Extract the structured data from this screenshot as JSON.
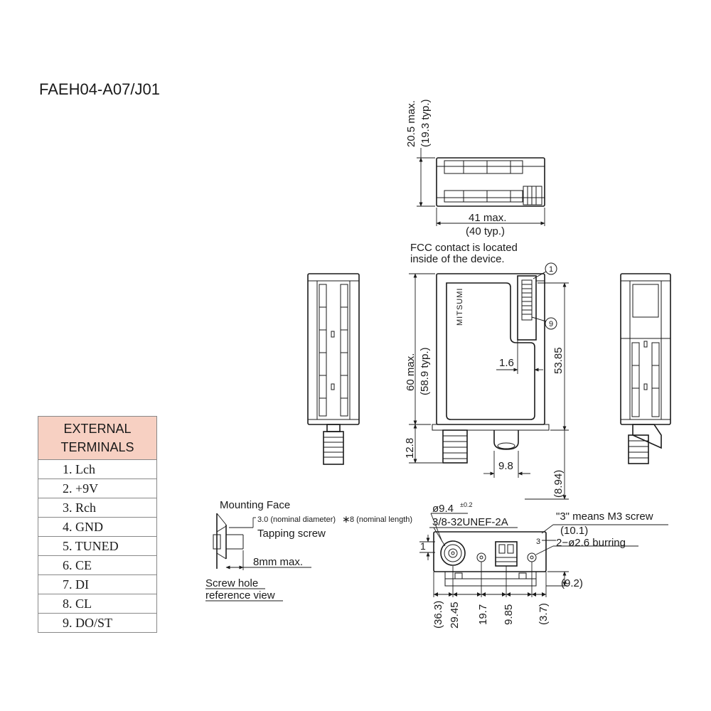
{
  "title": "FAEH04-A07/J01",
  "terminals": {
    "header_line1": "EXTERNAL",
    "header_line2": "TERMINALS",
    "rows": [
      "1. Lch",
      "2. +9V",
      "3. Rch",
      "4. GND",
      "5. TUNED",
      "6. CE",
      "7. DI",
      "8. CL",
      "9. DO/ST"
    ]
  },
  "top_view": {
    "height_max": "20.5 max.",
    "height_typ": "(19.3 typ.)",
    "width_max": "41 max.",
    "width_typ": "(40 typ.)"
  },
  "front_view": {
    "fcc_note_line1": "FCC contact is located",
    "fcc_note_line2": "inside of the device.",
    "pin_first": "1",
    "pin_last": "9",
    "brand": "MITSUMI",
    "height_max": "60 max.",
    "height_typ": "(58.9 typ.)",
    "dim_53_85": "53.85",
    "dim_1_6": "1.6",
    "dim_12_8": "12.8",
    "dim_9_8": "9.8",
    "dim_8_94": "(8.94)"
  },
  "screw_detail": {
    "mounting_face": "Mounting Face",
    "screw_spec_diameter": "3.0 (nominal diameter)",
    "screw_spec_sep": "∗",
    "screw_spec_length": "8 (nominal length)",
    "tapping_screw": "Tapping screw",
    "max_len": "8mm max.",
    "ref_line1": "Screw hole",
    "ref_line2": "reference view"
  },
  "bottom_view": {
    "diameter": "ø9.4",
    "diameter_tol": "±0.2",
    "thread": "3/8-32UNEF-2A",
    "m3_note": "\"3\" means M3 screw",
    "dim_10_1": "(10.1)",
    "burring": "2−ø2.6 burring",
    "dim_1": "1",
    "dim_9_2": "(9.2)",
    "label_3": "3",
    "dim_36_3": "(36.3)",
    "dim_29_45": "29.45",
    "dim_19_7": "19.7",
    "dim_9_85": "9.85",
    "dim_3_7": "(3.7)"
  }
}
